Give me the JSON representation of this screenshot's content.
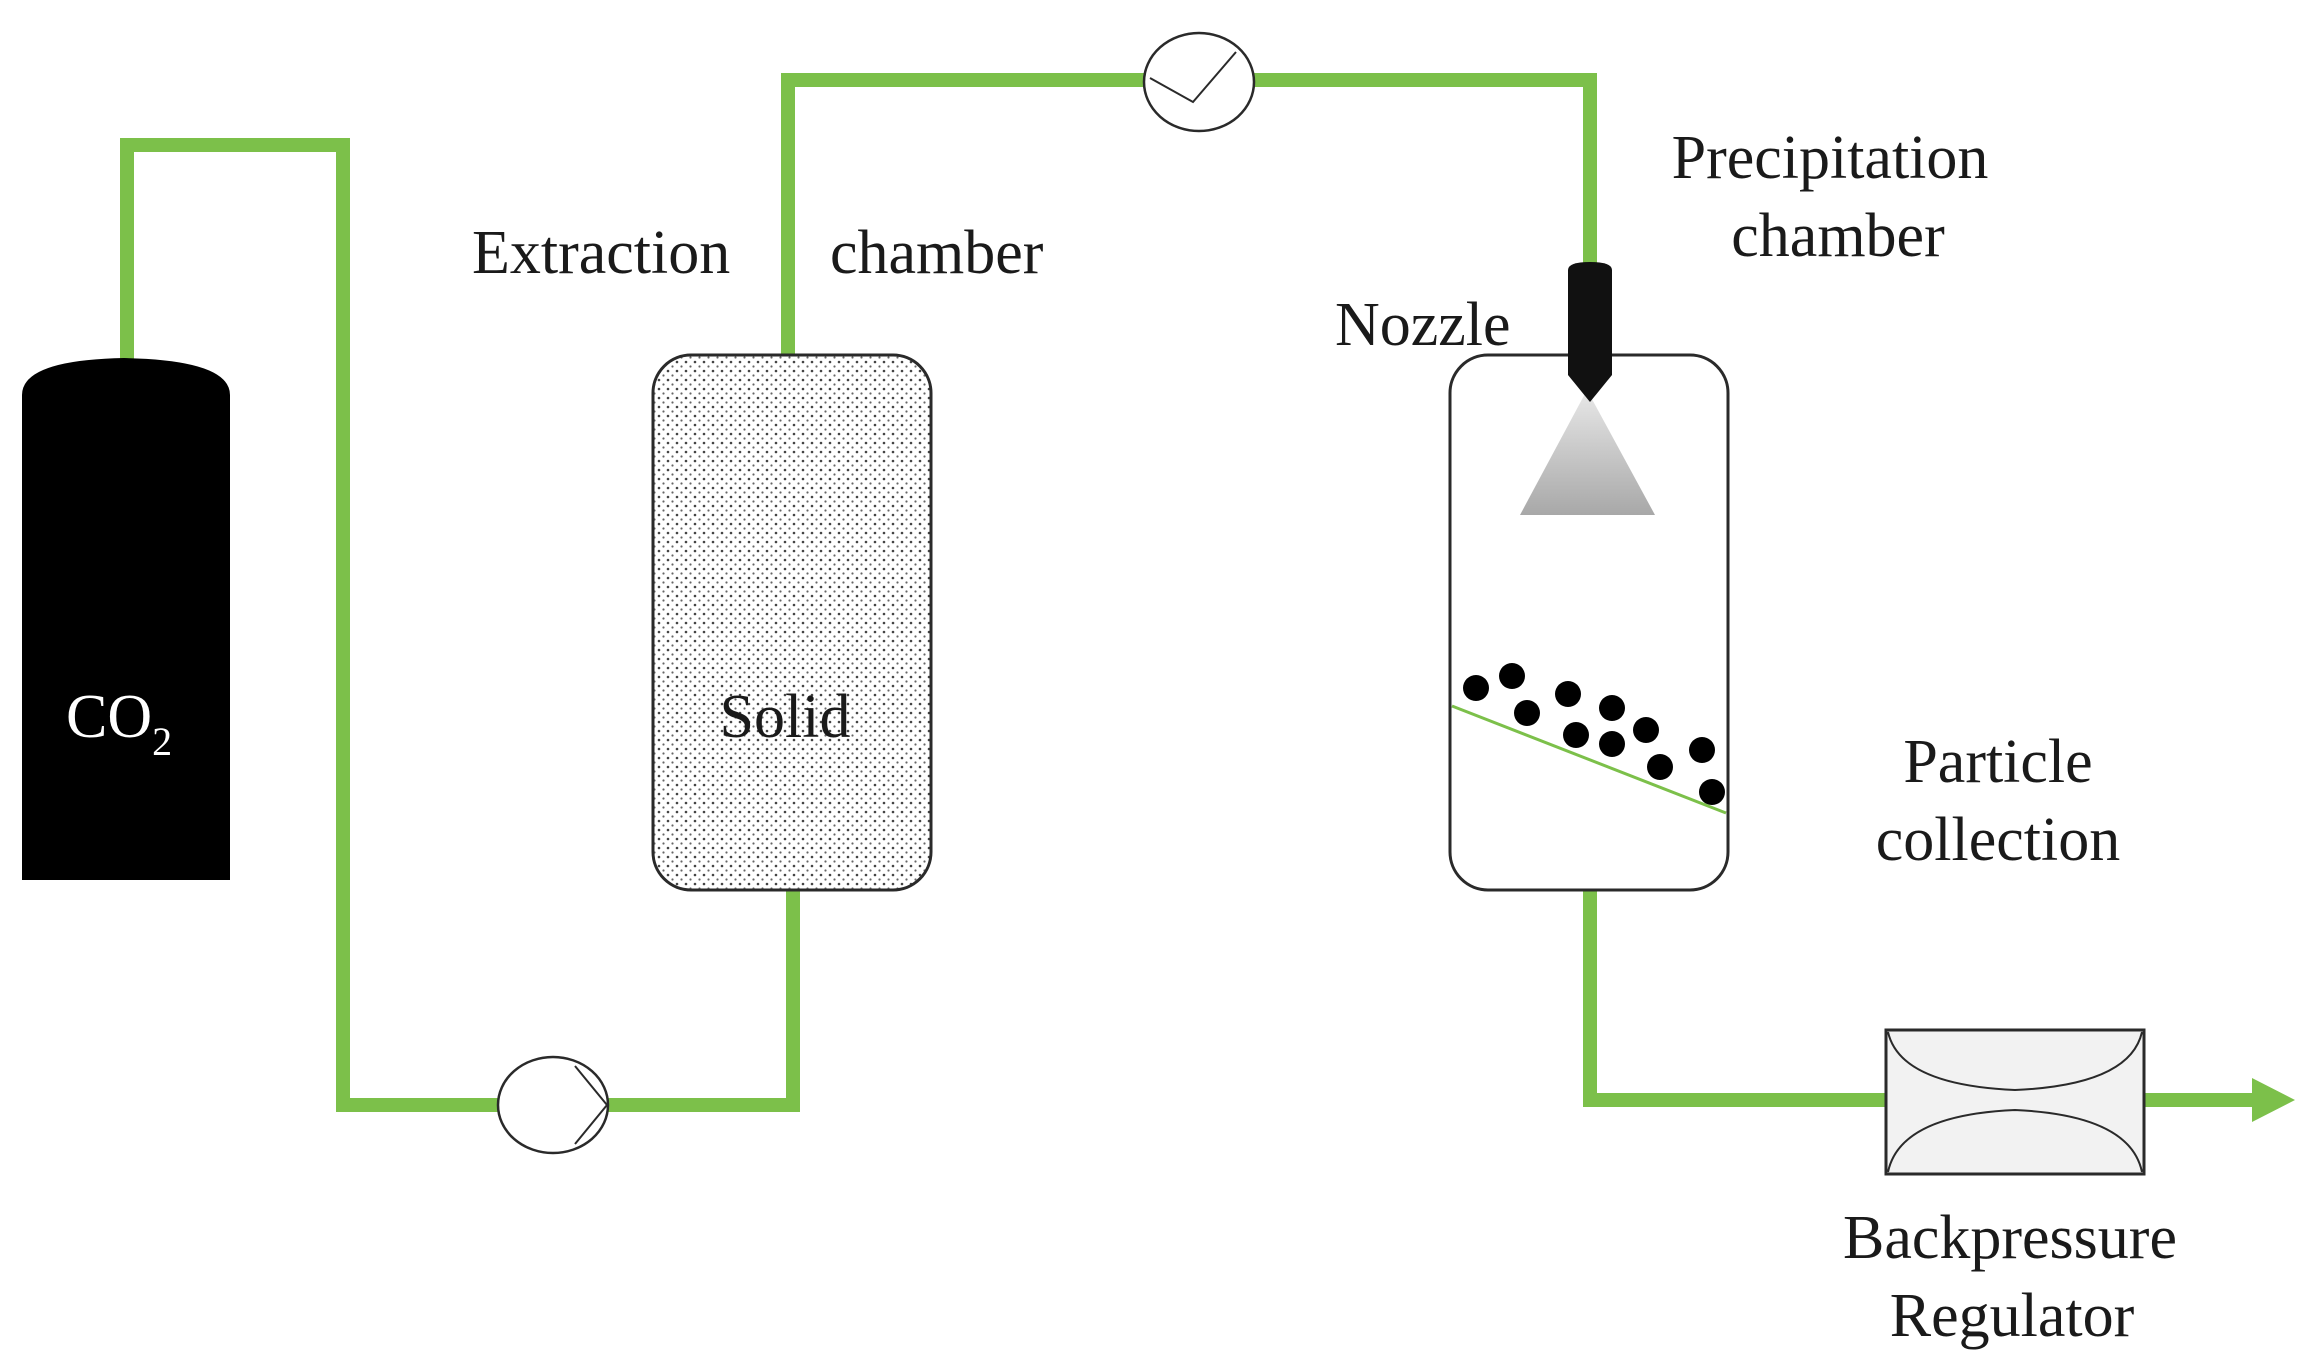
{
  "colors": {
    "pipe": "#7cc04a",
    "cylinder": "#000000",
    "outline": "#2a2a2a",
    "particle": "#000000",
    "vessel_fill": "#f2f2f2"
  },
  "labels": {
    "co2_main": "CO",
    "co2_sub": "2",
    "extraction_1": "Extraction",
    "extraction_2": "chamber",
    "solid": "Solid",
    "precipitation_1": "Precipitation",
    "precipitation_2": "chamber",
    "nozzle": "Nozzle",
    "particle_1": "Particle",
    "particle_2": "collection",
    "bpr_1": "Backpressure",
    "bpr_2": "Regulator"
  },
  "icons": {
    "co2_cylinder": "gas-cylinder-icon",
    "pump": "pump-icon",
    "valve": "check-valve-icon",
    "nozzle": "spray-nozzle-icon",
    "regulator": "backpressure-regulator-icon",
    "outlet": "flow-arrow-icon"
  }
}
